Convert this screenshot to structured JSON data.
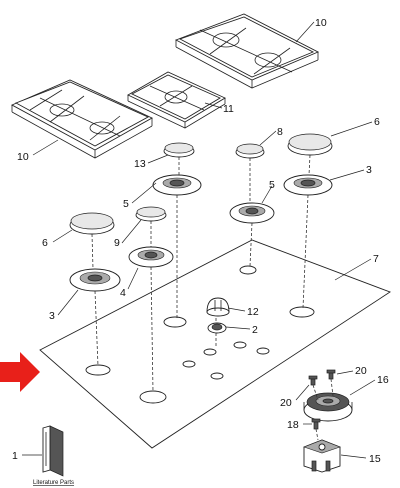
{
  "callouts": {
    "c1": "1",
    "c2": "2",
    "c3a": "3",
    "c3b": "3",
    "c4": "4",
    "c5a": "5",
    "c5b": "5",
    "c6a": "6",
    "c6b": "6",
    "c7": "7",
    "c8": "8",
    "c9": "9",
    "c10a": "10",
    "c10b": "10",
    "c11": "11",
    "c12": "12",
    "c13": "13",
    "c15": "15",
    "c16": "16",
    "c18": "18",
    "c20a": "20",
    "c20b": "20"
  },
  "literature_label": "Literature Parts",
  "colors": {
    "arrow": "#e8201a",
    "line": "#222222",
    "background": "#ffffff"
  },
  "icons": {
    "pointer": "red-arrow-icon"
  }
}
